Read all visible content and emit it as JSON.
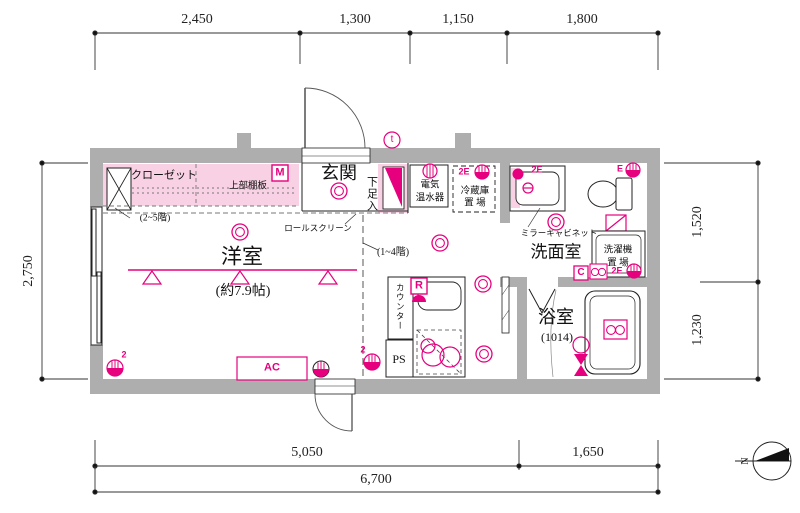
{
  "colors": {
    "wall": "#aeaeae",
    "pink_fill": "#f8d2e4",
    "magenta": "#e6007e"
  },
  "dims": {
    "top": [
      "2,450",
      "1,300",
      "1,150",
      "1,800"
    ],
    "left": "2,750",
    "right": [
      "1,520",
      "1,230"
    ],
    "bottom": [
      "5,050",
      "1,650"
    ],
    "total": "6,700"
  },
  "rooms": {
    "entrance": "玄関",
    "main": "洋室",
    "main_size": "(約7.9帖)",
    "washroom": "洗面室",
    "bathroom": "浴室",
    "bathroom_size": "(1014)"
  },
  "labels": {
    "closet": "クローゼット",
    "shelf": "上部棚板",
    "floors_closet": "(2~5階)",
    "floors_partition": "(1~4階)",
    "roll_screen": "ロールスクリーン",
    "shoe_box": "下足入",
    "heater_l1": "電気",
    "heater_l2": "温水器",
    "fridge_l1": "冷蔵庫",
    "okiba": "置 場",
    "mirror": "ミラーキャビネット",
    "washer_l1": "洗濯機",
    "counter": "カウンター",
    "ps": "PS",
    "ac": "AC"
  },
  "marks": {
    "m": "M",
    "r": "R",
    "c": "C",
    "t": "t",
    "e": "E",
    "e2": "2E",
    "two": "2",
    "north": "N"
  }
}
